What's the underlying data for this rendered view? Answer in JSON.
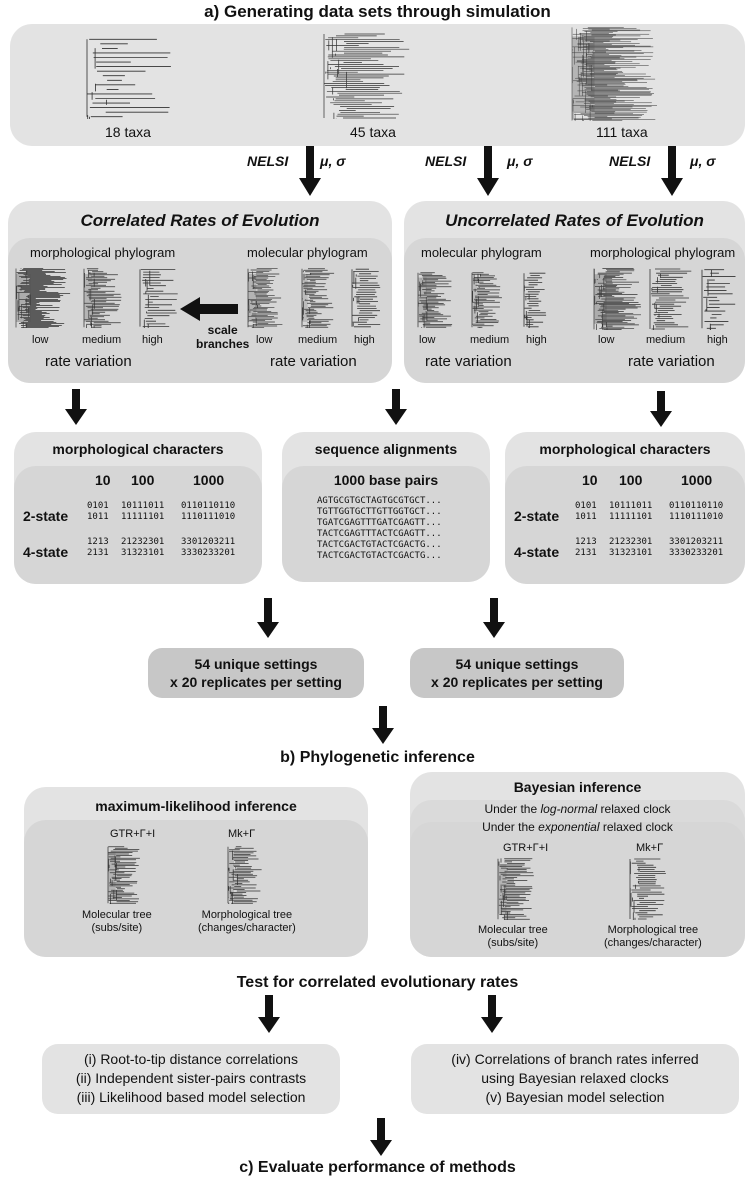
{
  "section_a": {
    "title": "a) Generating data sets through simulation"
  },
  "taxa": [
    "18 taxa",
    "45 taxa",
    "111 taxa"
  ],
  "simulation": {
    "method": "NELSI",
    "params": "μ, σ"
  },
  "correlated": {
    "title": "Correlated Rates of Evolution",
    "left_label": "morphological phylogram",
    "right_label": "molecular phylogram",
    "scale_label_1": "scale",
    "scale_label_2": "branches",
    "left_levels": [
      "low",
      "medium",
      "high"
    ],
    "right_levels": [
      "low",
      "medium",
      "high"
    ],
    "rate_variation": "rate variation"
  },
  "uncorrelated": {
    "title": "Uncorrelated Rates of Evolution",
    "left_label": "molecular phylogram",
    "right_label": "morphological phylogram",
    "left_levels": [
      "low",
      "medium",
      "high"
    ],
    "right_levels": [
      "low",
      "medium",
      "high"
    ],
    "rate_variation": "rate variation"
  },
  "morph_chars": {
    "title": "morphological characters",
    "counts": [
      "10",
      "100",
      "1000"
    ],
    "row1_label": "2-state",
    "row1": [
      "0101\n1011",
      "10111011\n11111101",
      "0110110110\n1110111010"
    ],
    "row2_label": "4-state",
    "row2": [
      "1213\n2131",
      "21232301\n31323101",
      "3301203211\n3330233201"
    ]
  },
  "seq_align": {
    "title": "sequence alignments",
    "subtitle": "1000 base pairs",
    "lines": "AGTGCGTGCTAGTGCGTGCT...\nTGTTGGTGCTTGTTGGTGCT...\nTGATCGAGTTTGATCGAGTT...\nTACTCGAGTTTACTCGAGTT...\nTACTCGACTGTACTCGACTG...\nTACTCGACTGTACTCGACTG..."
  },
  "settings": {
    "line1": "54 unique settings",
    "line2": "x 20 replicates per setting"
  },
  "section_b": {
    "title": "b) Phylogenetic inference"
  },
  "ml": {
    "title": "maximum-likelihood inference",
    "model_mol": "GTR+Γ+I",
    "model_morph": "Mk+Γ",
    "mol_tree": "Molecular tree",
    "mol_unit": "(subs/site)",
    "morph_tree": "Morphological tree",
    "morph_unit": "(changes/character)"
  },
  "bayes": {
    "title": "Bayesian inference",
    "clock1_pre": "Under the ",
    "clock1_it": "log-normal",
    "clock1_post": " relaxed clock",
    "clock2_pre": "Under the ",
    "clock2_it": "exponential",
    "clock2_post": " relaxed clock",
    "model_mol": "GTR+Γ+I",
    "model_morph": "Mk+Γ",
    "mol_tree": "Molecular tree",
    "mol_unit": "(subs/site)",
    "morph_tree": "Morphological tree",
    "morph_unit": "(changes/character)"
  },
  "tests": {
    "title": "Test for correlated evolutionary rates",
    "left": [
      "(i) Root-to-tip distance correlations",
      "(ii) Independent sister-pairs contrasts",
      "(iii) Likelihood based model selection"
    ],
    "right": [
      "(iv) Correlations of branch rates inferred",
      "using Bayesian relaxed clocks",
      "(v) Bayesian model selection"
    ]
  },
  "section_c": {
    "title": "c) Evaluate performance of methods"
  }
}
